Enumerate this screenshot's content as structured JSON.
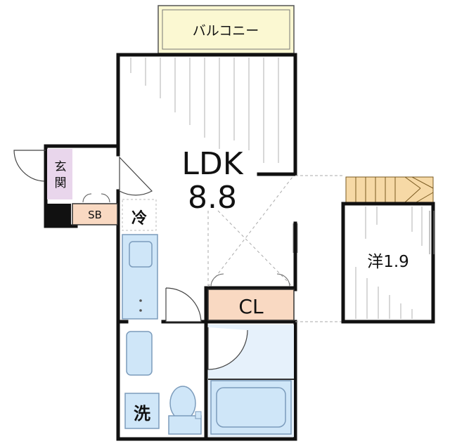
{
  "floor_plan": {
    "rooms": {
      "balcony": "バルコニー",
      "ldk_name": "LDK",
      "ldk_size": "8.8",
      "entrance": [
        "玄",
        "関"
      ],
      "shoe_box": "SB",
      "fridge": "冷",
      "closet": "CL",
      "western_room": "洋1.9",
      "washer": "洗"
    },
    "colors": {
      "wall": "#111111",
      "balcony_fill": "#fbf8d2",
      "label_fill": "#f9d9c2",
      "entrance_fill": "#e9d6ec",
      "fixture_fill": "#cfe6f8",
      "fixture_stroke": "#7c9cbc",
      "bath_fill": "#e6f1fb",
      "stair_fill": "#f6d9a6",
      "floor_line": "#b8b8b8"
    }
  }
}
